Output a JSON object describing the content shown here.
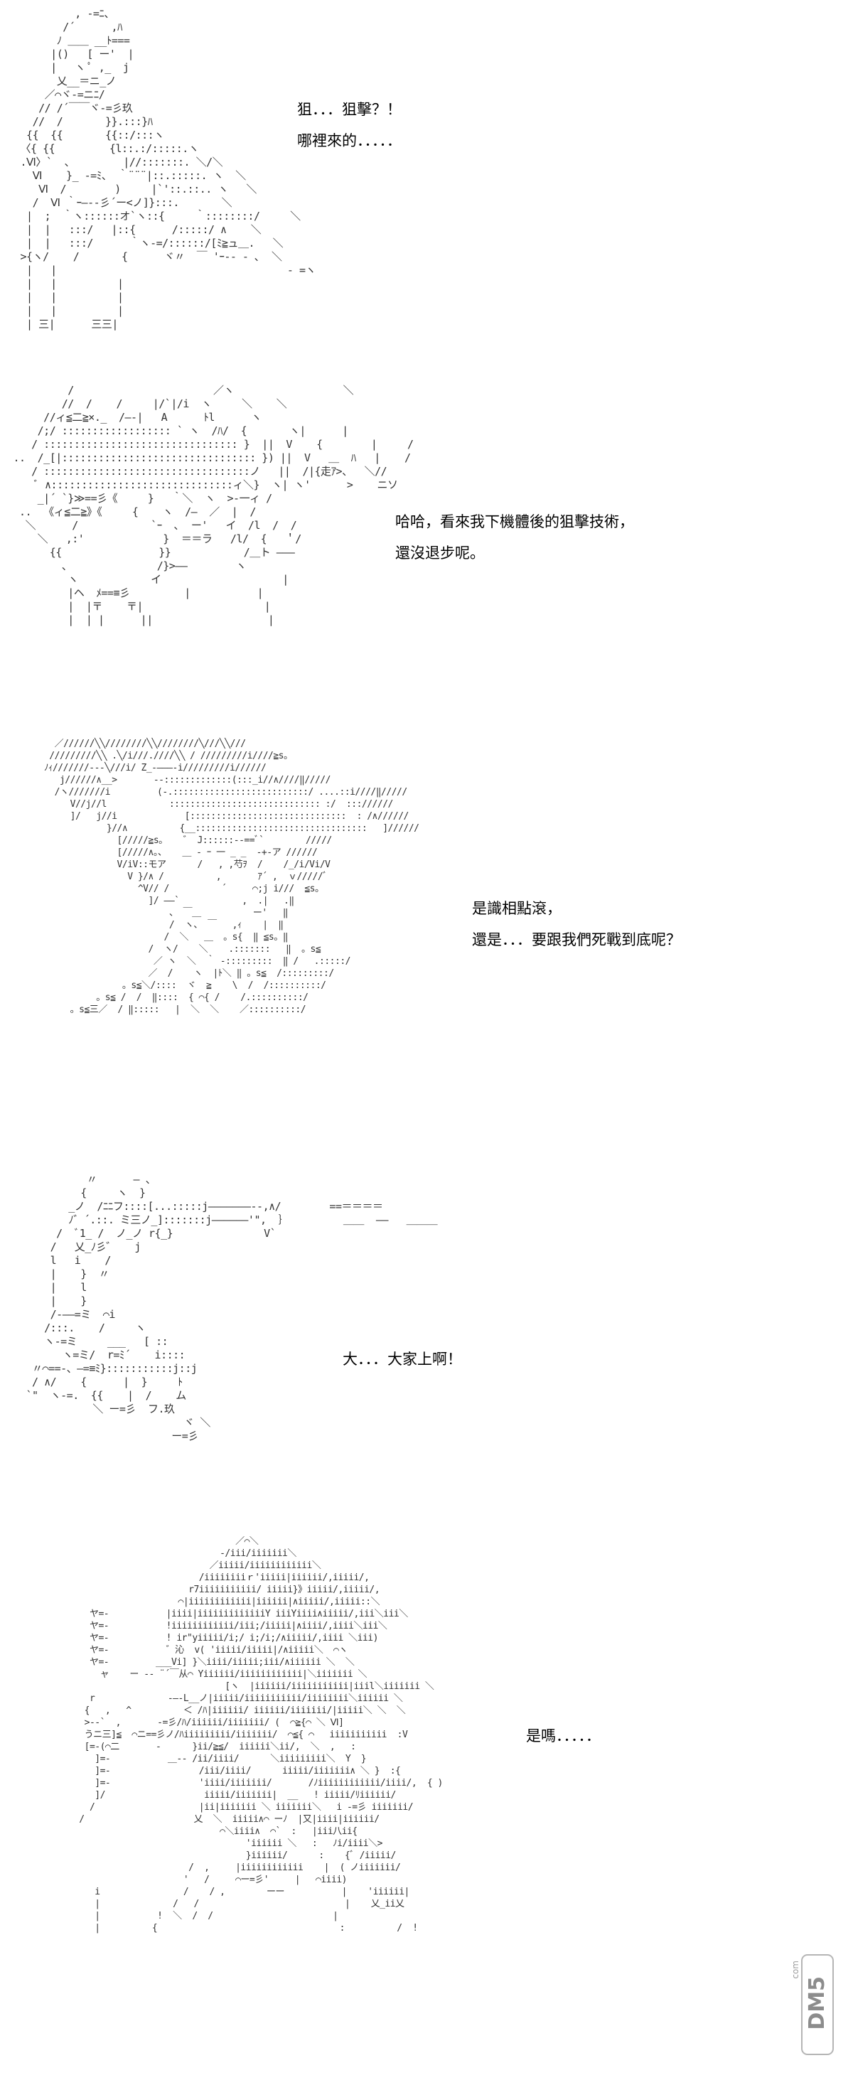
{
  "panels": [
    {
      "id": "panel-1",
      "lines": [
        "狙．．．狙擊？！",
        "哪裡來的．．．．．"
      ]
    },
    {
      "id": "panel-2",
      "lines": [
        "哈哈，看來我下機體後的狙擊技術，",
        "還沒退步呢。"
      ]
    },
    {
      "id": "panel-3",
      "lines": [
        "是識相點滾，",
        "還是．．．要跟我們死戰到底呢？"
      ]
    },
    {
      "id": "panel-4",
      "lines": [
        "大．．．大家上啊！"
      ]
    },
    {
      "id": "panel-5",
      "lines": [
        "是嗎．．．．．"
      ]
    }
  ],
  "watermark": {
    "text": "DM5",
    "sub": "com"
  }
}
